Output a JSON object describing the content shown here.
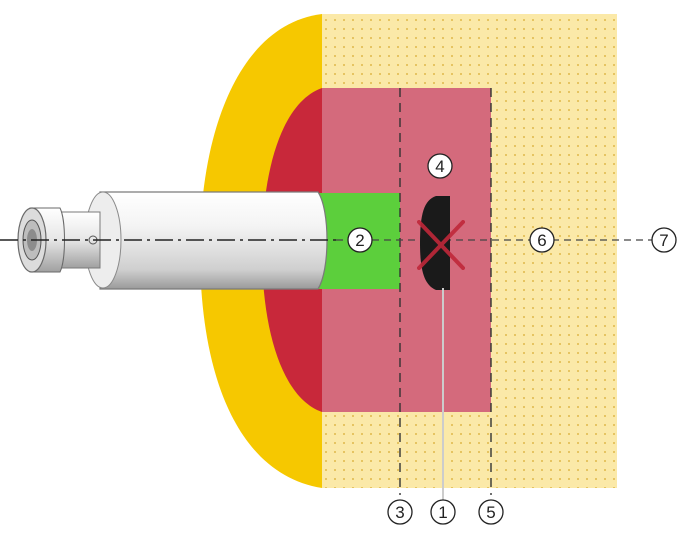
{
  "colors": {
    "outer_zone": "#f6c800",
    "inner_zone": "#c8283a",
    "pink_zone": "#d46a7c",
    "sensing_zone": "#5ccf3c",
    "dotted_background": "#fbe9a8",
    "target": "#1a1a1a",
    "cross_mark": "#c0283a",
    "sensor_body": "#f2f2f2",
    "axis_line": "#222222"
  },
  "callouts": {
    "c1": "1",
    "c2": "2",
    "c3": "3",
    "c4": "4",
    "c5": "5",
    "c6": "6",
    "c7": "7"
  },
  "icons": {
    "sensor": "cylindrical-sensor-icon",
    "target": "target-object-icon",
    "cross": "cross-mark-icon"
  }
}
